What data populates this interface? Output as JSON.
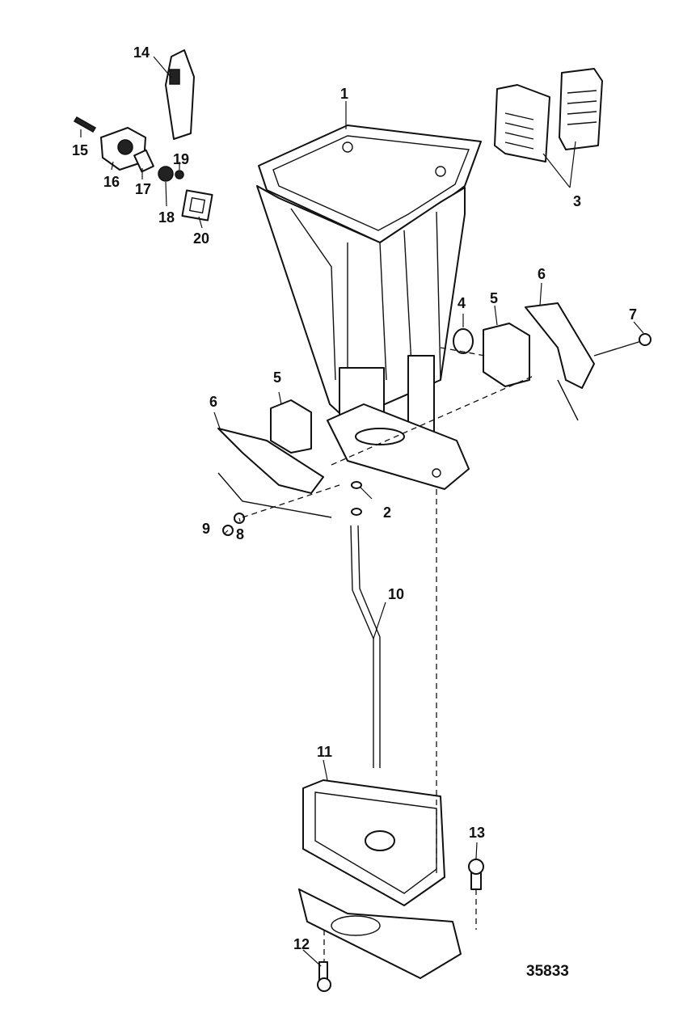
{
  "drawing": {
    "drawing_number": "35833",
    "callouts": [
      "1",
      "2",
      "3",
      "4",
      "5",
      "5",
      "6",
      "6",
      "7",
      "8",
      "9",
      "10",
      "11",
      "12",
      "13",
      "14",
      "15",
      "16",
      "17",
      "18",
      "19",
      "20"
    ]
  },
  "colors": {
    "line": "#111111",
    "background": "#ffffff"
  }
}
